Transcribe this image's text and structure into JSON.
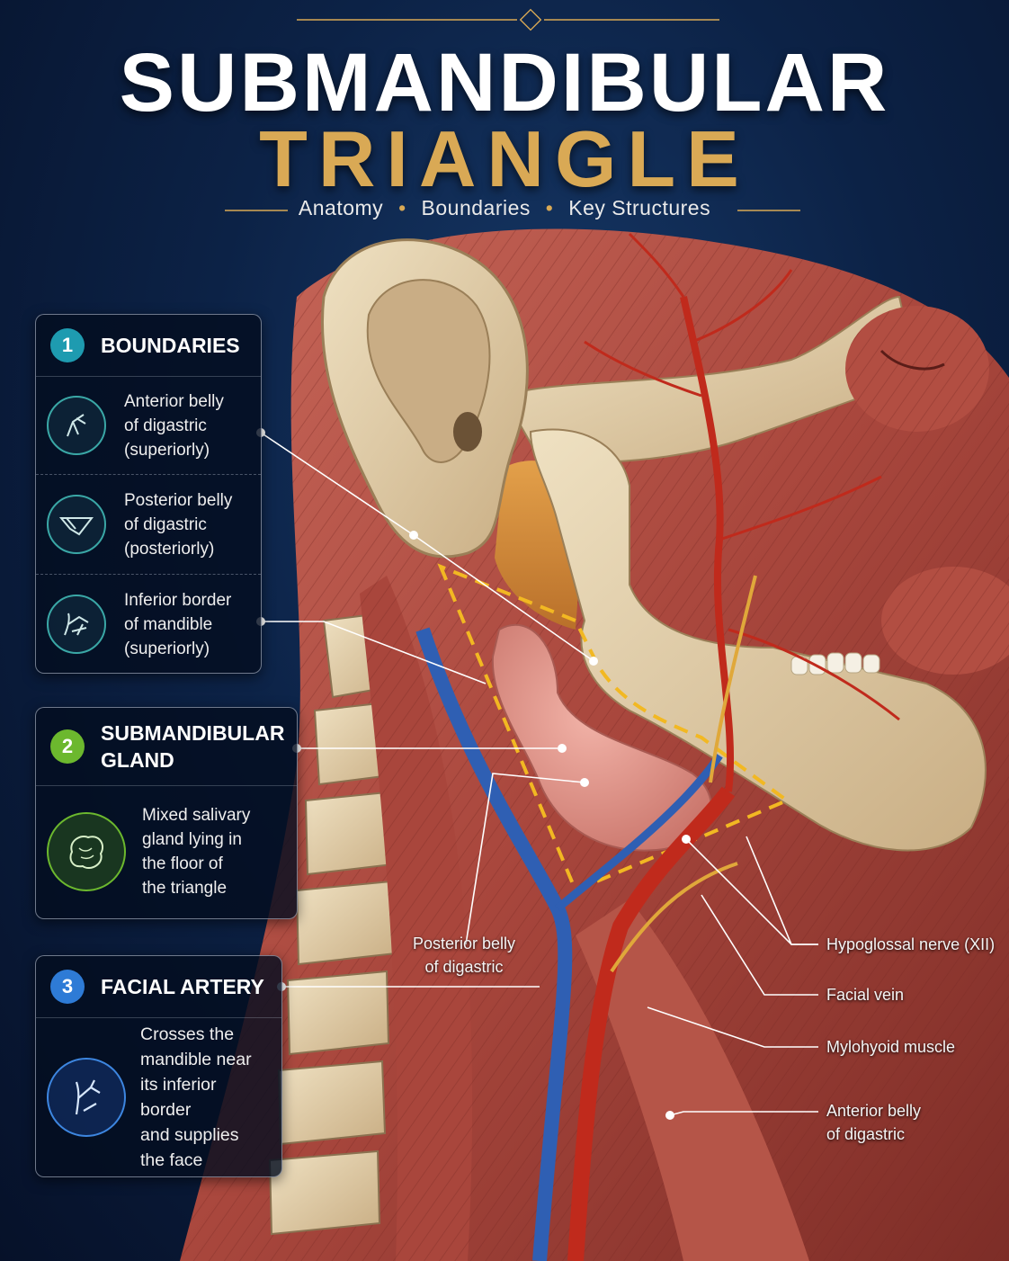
{
  "title": {
    "line1": "SUBMANDIBULAR",
    "line2": "TRIANGLE"
  },
  "subtitle": {
    "items": [
      "Anatomy",
      "Boundaries",
      "Key Structures"
    ]
  },
  "sections": [
    {
      "number": "1",
      "title": "BOUNDARIES",
      "badge_color": "#1e9bb0",
      "items": [
        {
          "icon": "digastric-anterior-icon",
          "lines": [
            "Anterior belly",
            "of digastric",
            "(superiorly)"
          ]
        },
        {
          "icon": "digastric-posterior-icon",
          "lines": [
            "Posterior belly",
            "of digastric",
            "(posteriorly)"
          ]
        },
        {
          "icon": "mandible-icon",
          "lines": [
            "Inferior border",
            "of mandible",
            "(superiorly)"
          ]
        }
      ]
    },
    {
      "number": "2",
      "title_lines": [
        "SUBMANDIBULAR",
        "GLAND"
      ],
      "badge_color": "#6cb82e",
      "icon": "gland-icon",
      "lines": [
        "Mixed salivary",
        "gland lying in",
        "the floor of",
        "the triangle"
      ]
    },
    {
      "number": "3",
      "title": "FACIAL ARTERY",
      "badge_color": "#2e7bd6",
      "icon": "artery-icon",
      "lines": [
        "Crosses the",
        "mandible near",
        "its inferior border",
        "and supplies",
        "the face"
      ]
    }
  ],
  "callouts": {
    "posterior_belly": [
      "Posterior belly",
      "of digastric"
    ],
    "hypoglossal": "Hypoglossal nerve (XII)",
    "facial_vein": "Facial vein",
    "mylohyoid": "Mylohyoid muscle",
    "anterior_belly": [
      "Anterior belly",
      "of digastric"
    ]
  },
  "colors": {
    "title_gold": "#d9a955",
    "triangle_outline": "#f2b822",
    "artery": "#c02a1c",
    "vein": "#2f5fb3",
    "muscle": "#b8584a",
    "bone": "#dcc8a2"
  }
}
